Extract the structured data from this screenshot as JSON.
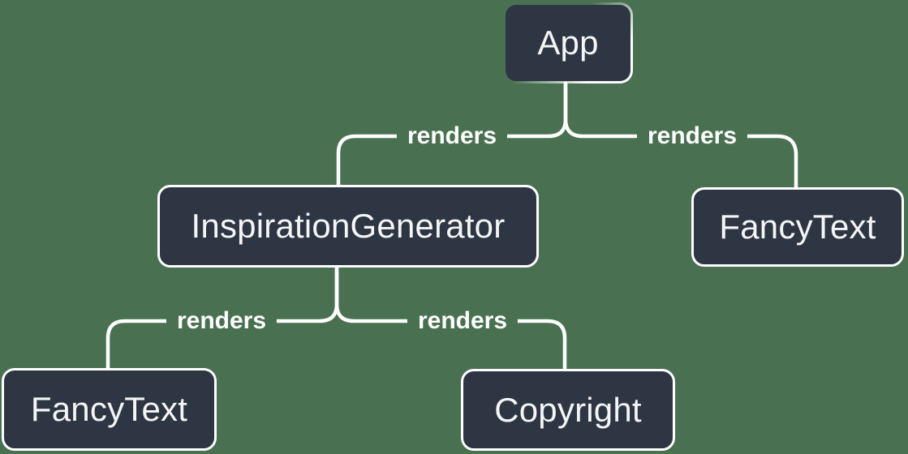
{
  "colors": {
    "background": "#497151",
    "node_fill": "#2E3543",
    "node_text": "#F4F5F6",
    "line": "#FFFFFF"
  },
  "diagram": {
    "type": "tree",
    "nodes": {
      "app": {
        "label": "App"
      },
      "inspiration_generator": {
        "label": "InspirationGenerator"
      },
      "fancy_text_top": {
        "label": "FancyText"
      },
      "fancy_text_bottom": {
        "label": "FancyText"
      },
      "copyright": {
        "label": "Copyright"
      }
    },
    "edges": {
      "app_to_inspiration_generator": {
        "from": "App",
        "to": "InspirationGenerator",
        "label": "renders"
      },
      "app_to_fancy_text": {
        "from": "App",
        "to": "FancyText",
        "label": "renders"
      },
      "inspiration_generator_to_fancy_text": {
        "from": "InspirationGenerator",
        "to": "FancyText",
        "label": "renders"
      },
      "inspiration_generator_to_copyright": {
        "from": "InspirationGenerator",
        "to": "Copyright",
        "label": "renders"
      }
    }
  }
}
